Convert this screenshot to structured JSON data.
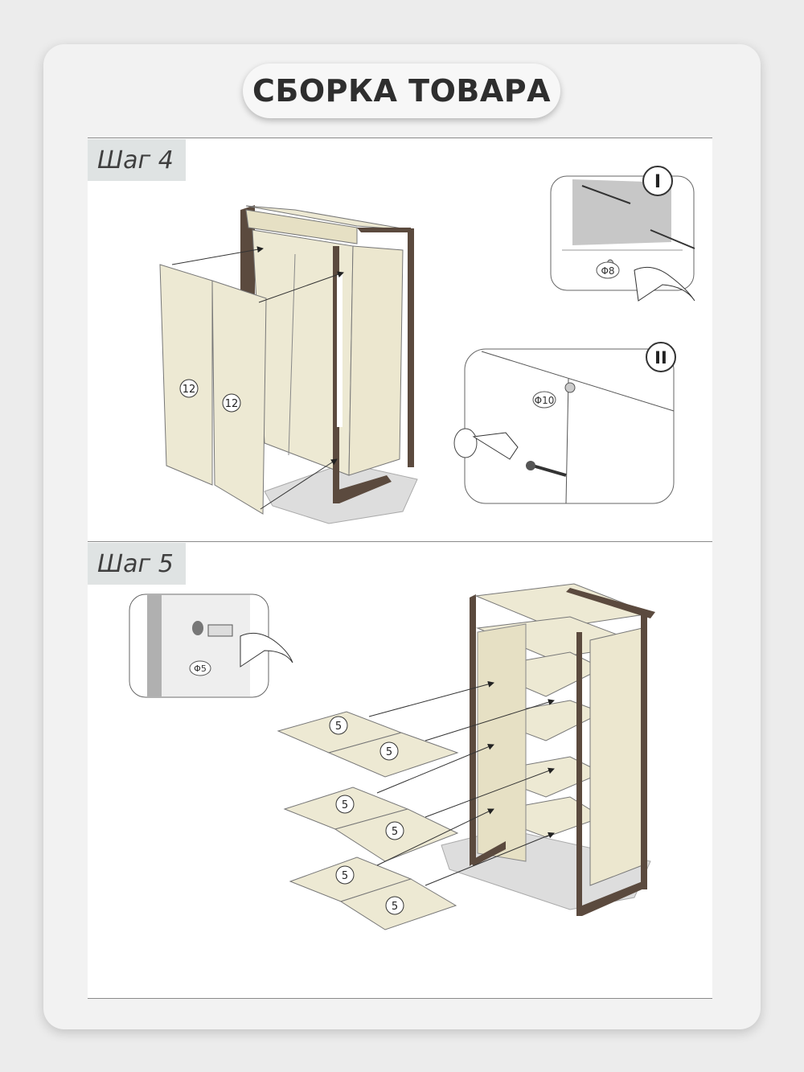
{
  "page": {
    "title": "СБОРКА ТОВАРА"
  },
  "steps": [
    {
      "label": "Шаг 4"
    },
    {
      "label": "Шаг 5"
    }
  ],
  "step4": {
    "door_part": "12",
    "detail_I": {
      "roman": "I",
      "diameter": "Φ8"
    },
    "detail_II": {
      "roman": "II",
      "diameter": "Φ10"
    }
  },
  "step5": {
    "shelf_part": "5",
    "detail": {
      "diameter": "Φ5"
    }
  },
  "colors": {
    "panel": "#ede9d3",
    "frame": "#5b4a3e",
    "background": "#f2f2f2",
    "label_bg": "#dfe3e3"
  }
}
